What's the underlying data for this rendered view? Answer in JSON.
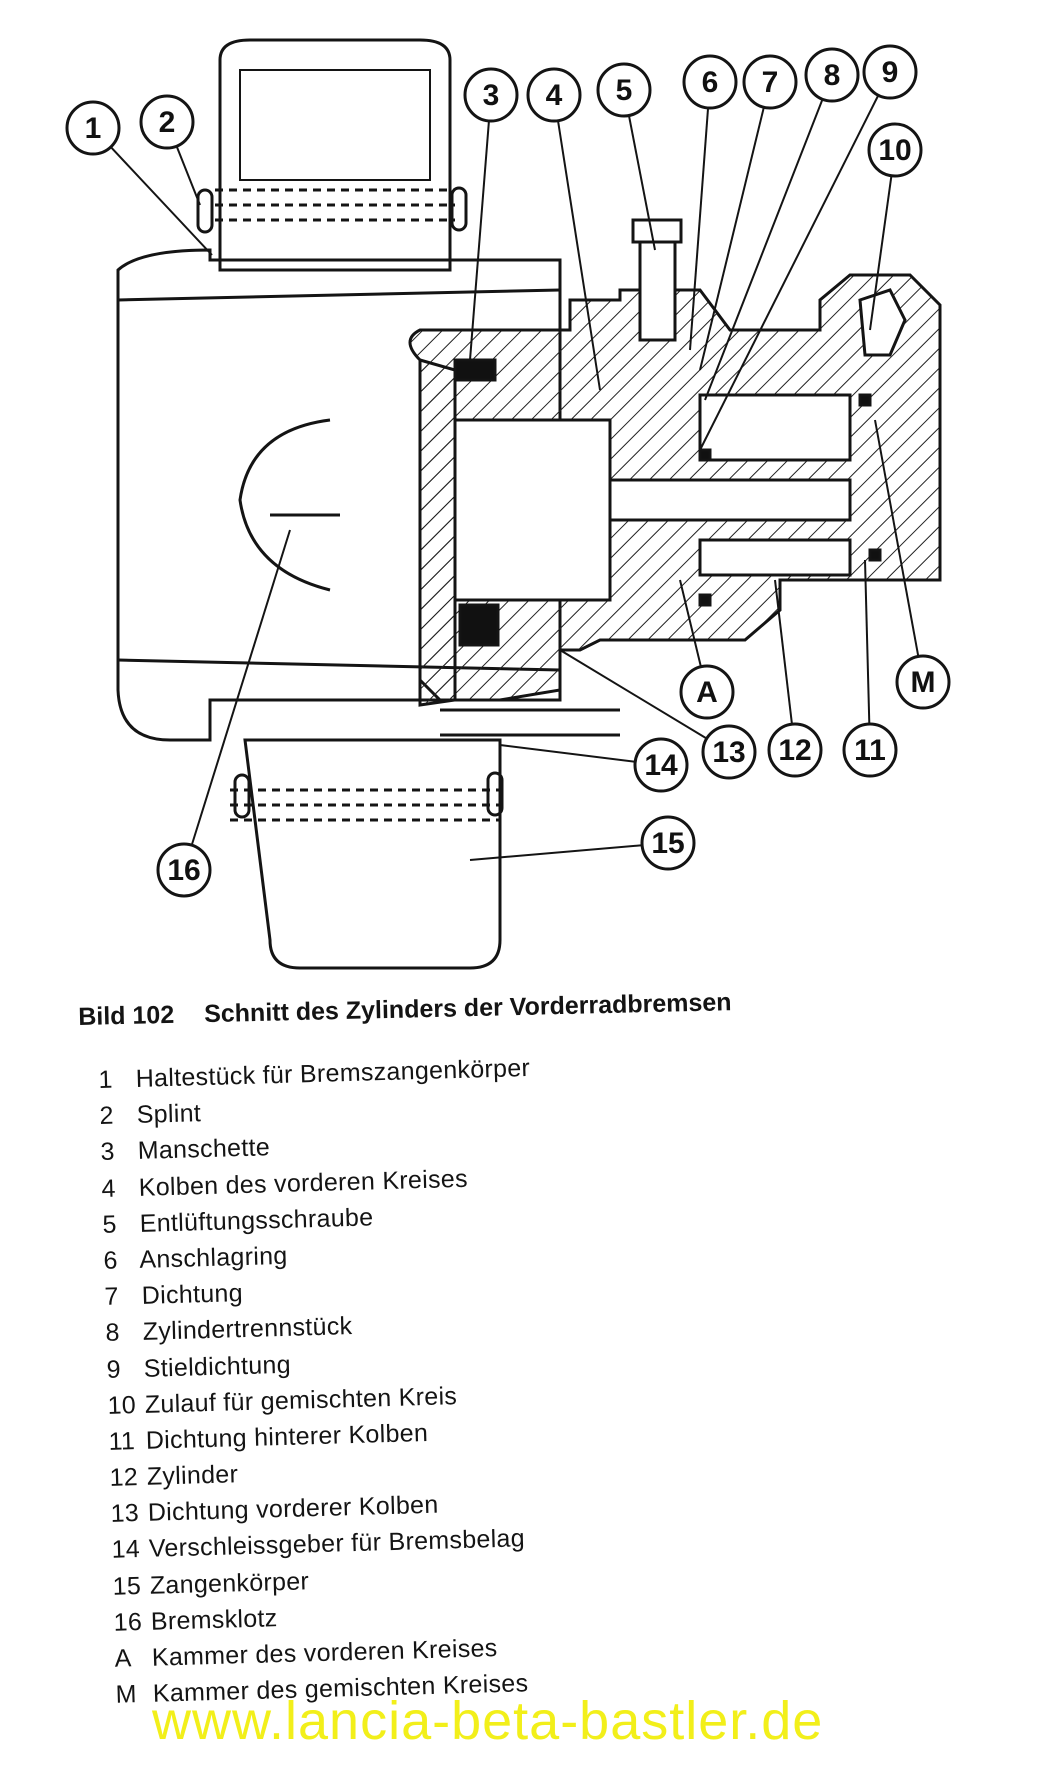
{
  "figure": {
    "caption_number": "Bild 102",
    "caption_title": "Schnitt des Zylinders der Vorderradbremsen"
  },
  "callouts": [
    "1",
    "2",
    "3",
    "4",
    "5",
    "6",
    "7",
    "8",
    "9",
    "10",
    "16",
    "A",
    "M",
    "11",
    "12",
    "13",
    "14",
    "15"
  ],
  "legend": [
    {
      "key": "1",
      "text": "Haltestück für Bremszangenkörper"
    },
    {
      "key": "2",
      "text": "Splint"
    },
    {
      "key": "3",
      "text": "Manschette"
    },
    {
      "key": "4",
      "text": "Kolben des vorderen Kreises"
    },
    {
      "key": "5",
      "text": "Entlüftungsschraube"
    },
    {
      "key": "6",
      "text": "Anschlagring"
    },
    {
      "key": "7",
      "text": "Dichtung"
    },
    {
      "key": "8",
      "text": "Zylindertrennstück"
    },
    {
      "key": "9",
      "text": "Stieldichtung"
    },
    {
      "key": "10",
      "text": "Zulauf für gemischten Kreis"
    },
    {
      "key": "11",
      "text": "Dichtung hinterer Kolben"
    },
    {
      "key": "12",
      "text": "Zylinder"
    },
    {
      "key": "13",
      "text": "Dichtung vorderer Kolben"
    },
    {
      "key": "14",
      "text": "Verschleissgeber für Bremsbelag"
    },
    {
      "key": "15",
      "text": "Zangenkörper"
    },
    {
      "key": "16",
      "text": "Bremsklotz"
    },
    {
      "key": "A",
      "text": "Kammer des vorderen Kreises"
    },
    {
      "key": "M",
      "text": "Kammer des gemischten Kreises"
    }
  ],
  "watermark": "www.lancia-beta-bastler.de",
  "colors": {
    "ink": "#141414",
    "paper": "#ffffff",
    "watermark": "#f2ef1a"
  }
}
